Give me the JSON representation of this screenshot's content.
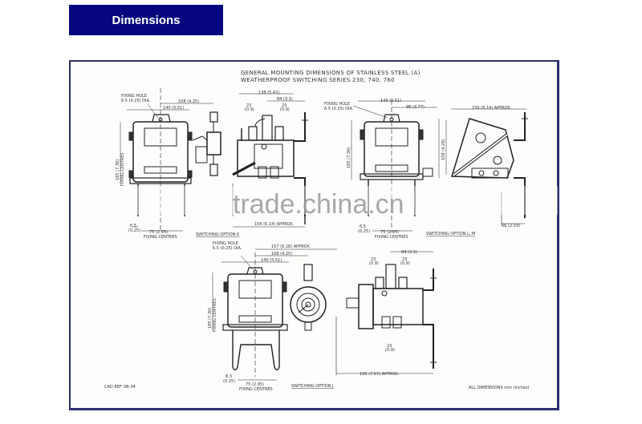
{
  "header": {
    "title": "Dimensions",
    "bg_color": "#06067e",
    "text_color": "#ffffff"
  },
  "drawing": {
    "title_line1": "GENERAL MOUNTING DIMENSIONS OF STAINLESS STEEL (A)",
    "title_line2": "WEATHERPROOF SWITCHING SERIES 230, 740, 760",
    "frame_border_color": "#2c2f6e",
    "views": [
      {
        "name": "switching-option-k",
        "label": "SWITCHING OPTION K",
        "front_dims": {
          "fixing_hole": "FIXING HOLE",
          "fixing_hole_dia": "6.5 (0.25) DIA.",
          "width_108": "108 (4.25)",
          "width_140": "140 (5.51)",
          "height_185": "185 (7.30)",
          "fixing_centres_vertical": "FIXING CENTRES",
          "gap": "6.5",
          "gap_in": "(0.25)",
          "fixing_centres": "75 (2.95)",
          "fixing_centres_label": "FIXING CENTRES"
        },
        "side_dims": {
          "width_138": "138 (5.43)",
          "width_84": "84 (3.3)",
          "pitch_left": "23",
          "pitch_left_in": "(0.9)",
          "pitch_right": "23",
          "pitch_right_in": "(0.9)",
          "depth": "156 (6.14) APPROX."
        }
      },
      {
        "name": "switching-option-l-m",
        "label": "SWITCHING OPTION L, M",
        "front_dims": {
          "fixing_hole": "FIXING HOLE",
          "fixing_hole_dia": "6.5 (0.25) DIA.",
          "width_140": "140 (5.51)",
          "width_96": "96 (3.77)",
          "height_185": "185 (7.30)",
          "height_109": "109 (4.29)",
          "gap": "6.5",
          "gap_in": "(0.25)",
          "fixing_centres": "75 (2.95)",
          "fixing_centres_label": "FIXING CENTRES"
        },
        "side_dims": {
          "depth": "156 (6.14) APPROX.",
          "height_109": "109 (4.29)",
          "offset_66": "66 (2.59)"
        }
      },
      {
        "name": "switching-option-j",
        "label": "SWITCHING OPTION J",
        "front_dims": {
          "fixing_hole": "FIXING HOLE",
          "fixing_hole_dia": "6.5 (0.25) DIA.",
          "width_157": "157 (6.18) APPROX.",
          "width_108": "108 (4.25)",
          "width_140": "140 (5.51)",
          "height_185": "185 (7.30)",
          "fixing_centres_vertical": "FIXING CENTRES",
          "gap": "6.3",
          "gap_in": "(0.25)",
          "fixing_centres": "75 (2.95)",
          "fixing_centres_label": "FIXING CENTRES"
        },
        "side_dims": {
          "width_84": "84 (3.3)",
          "pitch_left": "23",
          "pitch_left_in": "(0.9)",
          "pitch_right": "23",
          "pitch_right_in": "(0.9)",
          "pitch_bottom": "23",
          "pitch_bottom_in": "(0.9)",
          "depth": "195 (7.67) APPROX."
        }
      }
    ],
    "cad_ref": "CAD REF UB-34",
    "units_note": "ALL DIMENSIONS mm (inches)"
  },
  "watermark": {
    "text": "trade.china.cn"
  }
}
